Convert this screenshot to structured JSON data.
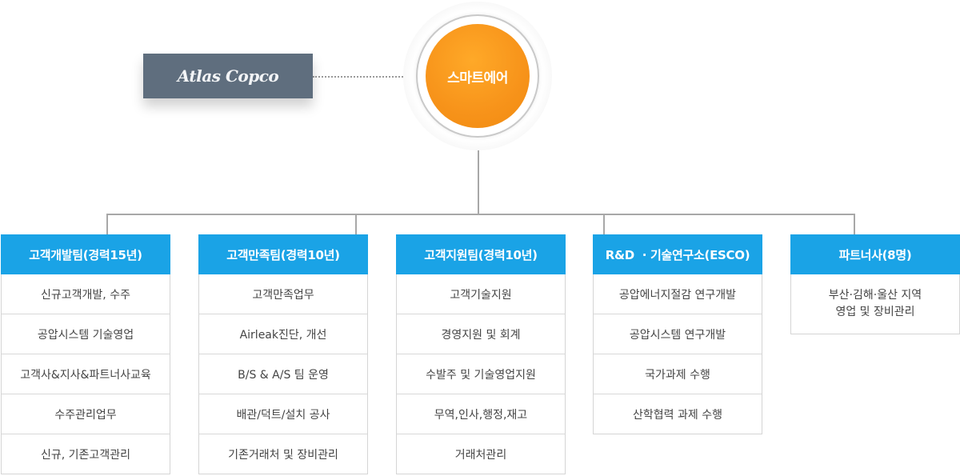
{
  "center": {
    "label": "스마트에어"
  },
  "partner": {
    "name": "Atlas Copco"
  },
  "teams": [
    {
      "title": "고객개발팀(경력15년)",
      "items": [
        "신규고객개발, 수주",
        "공압시스템 기술영업",
        "고객사&지사&파트너사교육",
        "수주관리업무",
        "신규, 기존고객관리"
      ]
    },
    {
      "title": "고객만족팀(경력10년)",
      "items": [
        "고객만족업무",
        "Airleak진단, 개선",
        "B/S & A/S 팀 운영",
        "배관/덕트/설치 공사",
        "기존거래처 및 장비관리"
      ]
    },
    {
      "title": "고객지원팀(경력10년)",
      "items": [
        "고객기술지원",
        "경영지원 및 회계",
        "수발주 및 기술영업지원",
        "무역,인사,행정,재고",
        "거래처관리"
      ]
    },
    {
      "title": "R&D  · 기술연구소(ESCO)",
      "items": [
        "공압에너지절감 연구개발",
        "공압시스템 연구개발",
        "국가과제 수행",
        "산학협력 과제 수행"
      ]
    },
    {
      "title": "파트너사(8명)",
      "items": [],
      "desc_lines": [
        "부산·김해·울산 지역",
        "영업 및 장비관리"
      ]
    }
  ]
}
